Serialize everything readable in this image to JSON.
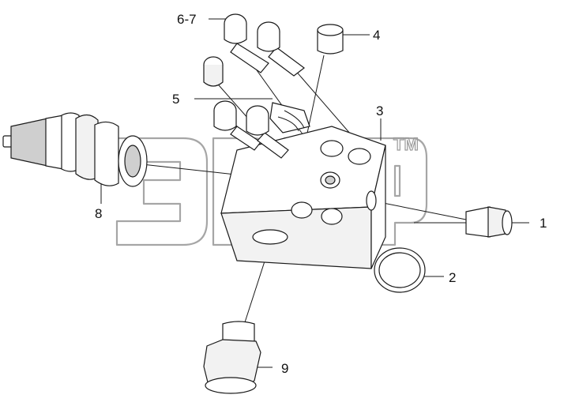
{
  "watermark": {
    "trademark": "TM"
  },
  "labels": {
    "l1": "1",
    "l2": "2",
    "l3": "3",
    "l4": "4",
    "l5": "5",
    "l67": "6-7",
    "l8": "8",
    "l9": "9"
  }
}
